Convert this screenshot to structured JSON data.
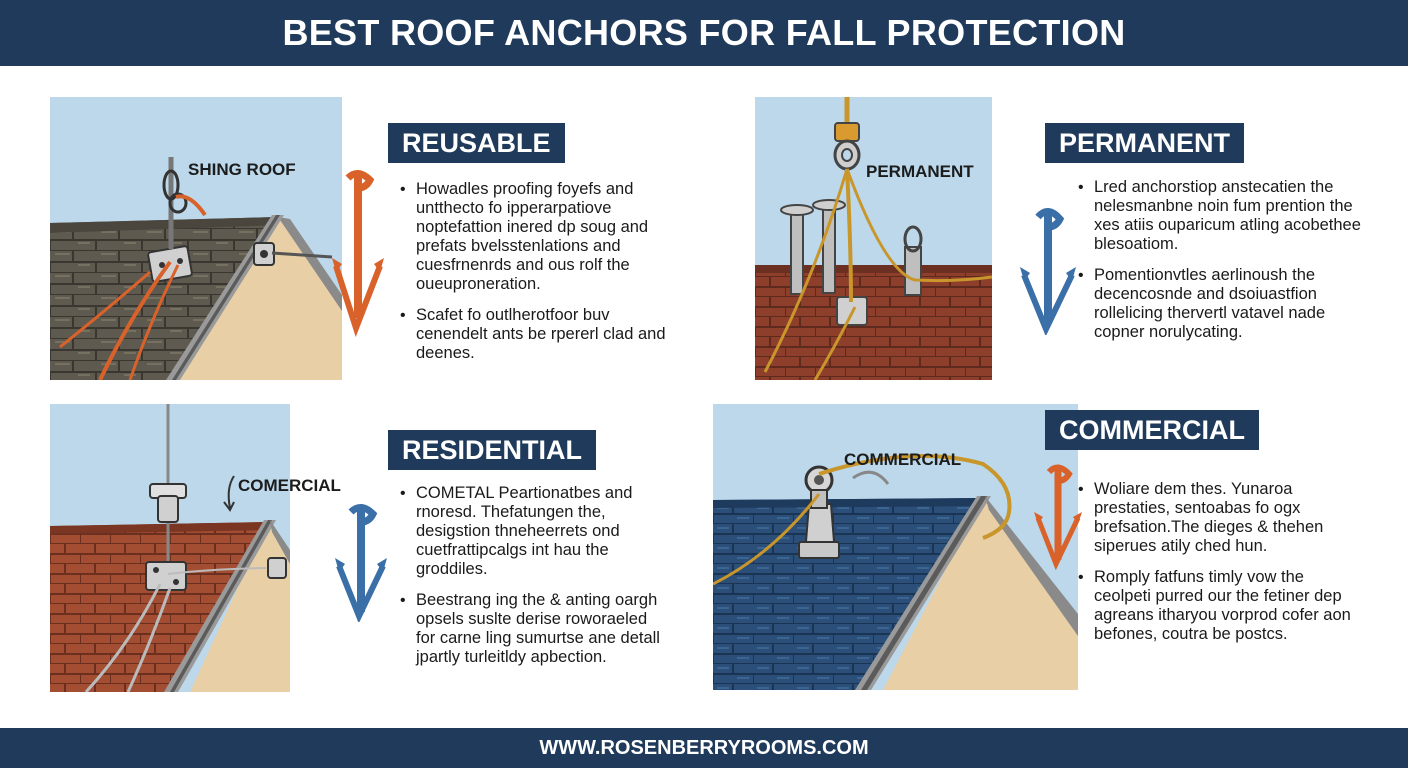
{
  "header": {
    "title": "BEST ROOF ANCHORS FOR FALL PROTECTION"
  },
  "footer": {
    "url": "WWW.ROSENBERRYROOMS.COM"
  },
  "colors": {
    "banner": "#1f3a5a",
    "sky": "#bcd8ea",
    "orange_rope": "#d9622b",
    "blue_anchor": "#3a6fa8",
    "gold_rope": "#c8962a",
    "wall": "#e8cfa6"
  },
  "panels": {
    "reusable": {
      "tag": "REUSABLE",
      "scene_label": "SHING ROOF",
      "icon": "orange-anchor-icon",
      "bullets": [
        "Howadles proofing foyefs and untthecto fo ipperarpatiove noptefattion inered dp soug and prefats bvelsstenlations and cuesfrnenrds and ous rolf the oueuproneration.",
        "Scafet fo outlherotfoor buv cenendelt ants be rpererl clad and deenes."
      ]
    },
    "permanent": {
      "tag": "PERMANENT",
      "scene_label": "PERMANENT",
      "icon": "blue-anchor-icon",
      "bullets": [
        "Lred anchorstiop anstecatien the nelesmanbne noin fum prention the xes atiis ouparicum atling acobethee blesoatiom.",
        "Pomentionvtles aerlinoush the decencosnde and dsoiuastfion rollelicing thervertl vatavel nade copner norulycating."
      ]
    },
    "residential": {
      "tag": "RESIDENTIAL",
      "scene_label": "COMERCIAL",
      "icon": "blue-anchor-icon",
      "bullets": [
        "COMETAL Peartionatbes and rnoresd. Thefatungen the, desigstion thneheerrets ond cuetfrattipcalgs int hau the groddiles.",
        "Beestrang ing the & anting oargh opsels suslte derise roworaeled for carne ling sumurtse ane detall jpartly turleitldy apbection."
      ]
    },
    "commercial": {
      "tag": "COMMERCIAL",
      "scene_label": "COMMERCIAL",
      "icon": "orange-anchor-icon",
      "bullets": [
        "Woliare dem thes. Yunaroa prestaties, sentoabas fo ogx brefsation.The dieges & thehen siperues atily ched hun.",
        "Romply fatfuns timly vow the ceolpeti purred our the fetiner dep agreans itharyou vorprod cofer aon befones, coutra be postcs."
      ]
    }
  }
}
